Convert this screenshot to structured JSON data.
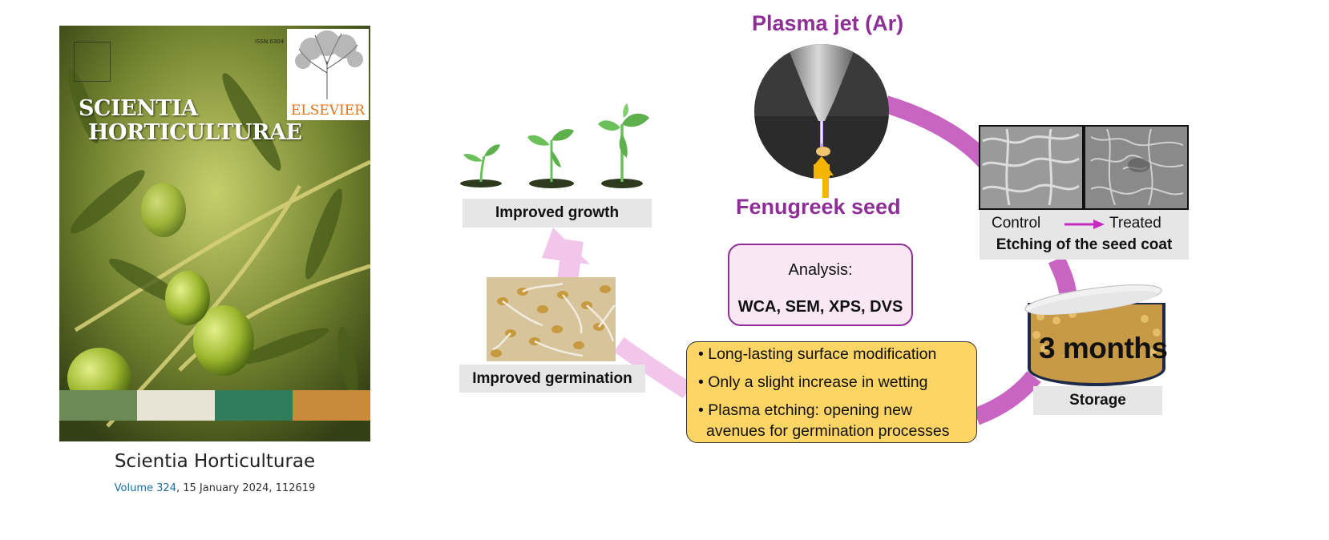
{
  "cover": {
    "title_line1": "SCIENTIA",
    "title_line2": "HORTICULTURAE",
    "publisher": "ELSEVIER",
    "issn": "ISSN 0304"
  },
  "journal": {
    "name": "Scientia Horticulturae",
    "volume_link": "Volume 324",
    "date_info": ", 15 January 2024, 112619"
  },
  "diagram": {
    "plasma_title": "Plasma jet (Ar)",
    "seed_title": "Fenugreek seed",
    "improved_growth": "Improved growth",
    "improved_germination": "Improved germination",
    "etch_control": "Control",
    "etch_treated": "Treated",
    "etch_caption": "Etching of the seed coat",
    "analysis_title": "Analysis:",
    "analysis_methods": "WCA, SEM, XPS, DVS",
    "findings": [
      "• Long-lasting surface modification",
      "• Only a slight increase in wetting",
      "• Plasma etching: opening new",
      "avenues for germination processes"
    ],
    "storage_duration": "3 months",
    "storage_label": "Storage"
  },
  "colors": {
    "accent_purple": "#8e2f97",
    "cycle_arrow": "#c865c2",
    "pale_arrow": "#f1c6ea",
    "findings_yellow": "#fdd565",
    "label_gray": "#e6e6e6",
    "seed_arrow": "#f5b400"
  },
  "icons": [
    "seedling-icon",
    "plasma-jet-photo",
    "sem-image",
    "seed-jar-photo",
    "sprouts-photo"
  ]
}
